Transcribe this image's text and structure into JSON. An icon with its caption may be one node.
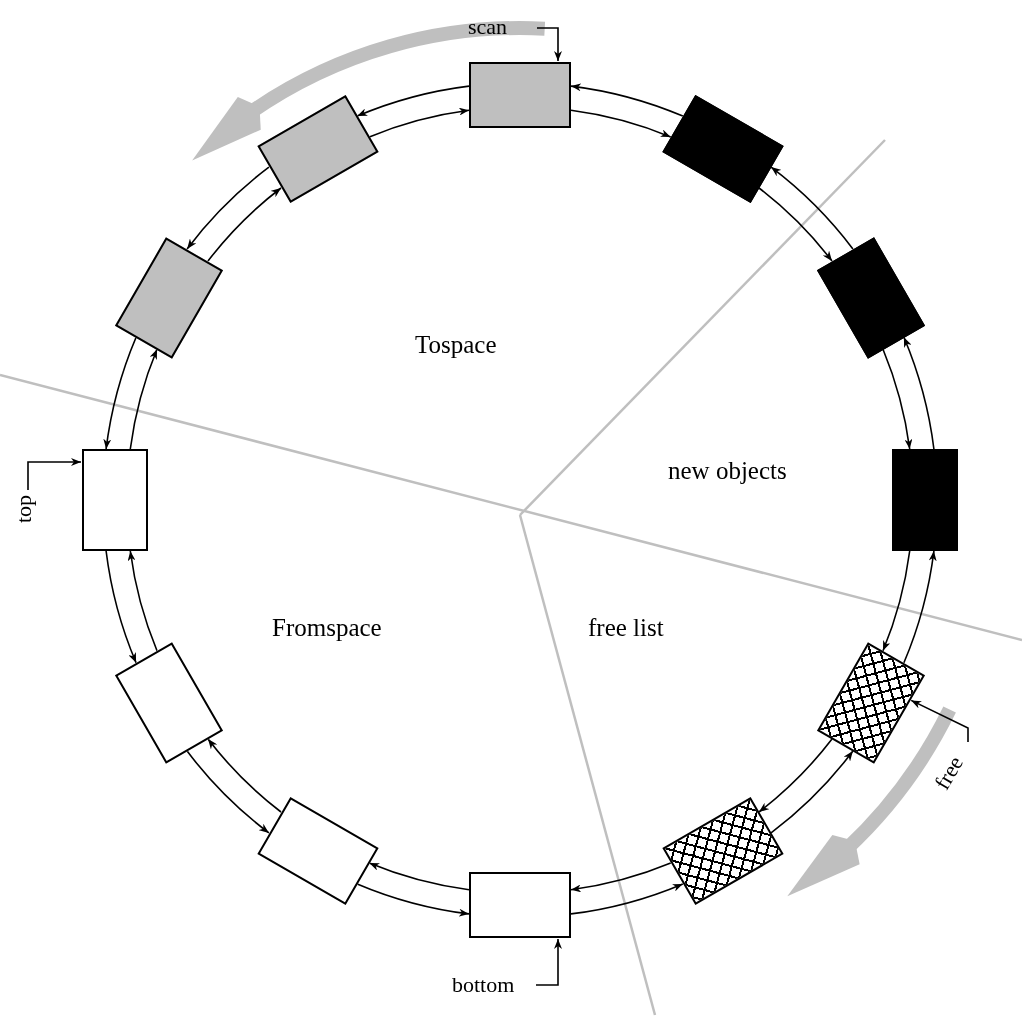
{
  "diagram": {
    "nodes": [
      {
        "text": [],
        "shape": "box"
      },
      {
        "text": [],
        "shape": "box"
      },
      {
        "text": [],
        "shape": "box"
      },
      {
        "text": [],
        "shape": "box"
      },
      {
        "text": [],
        "shape": "box"
      },
      {
        "text": [],
        "shape": "box"
      },
      {
        "text": [],
        "shape": "box"
      },
      {
        "text": [],
        "shape": "box"
      },
      {
        "text": [],
        "shape": "box"
      },
      {
        "text": [],
        "shape": "box"
      },
      {
        "text": [],
        "shape": "box"
      },
      {
        "text": [],
        "shape": "box"
      },
      {
        "text": [
          "scan"
        ]
      },
      {
        "text": [
          "top"
        ]
      },
      {
        "text": [
          "bottom"
        ]
      },
      {
        "text": [
          "free"
        ]
      }
    ],
    "edges": [
      {
        "from": 0,
        "to": 1,
        "arrow": "to"
      },
      {
        "from": 1,
        "to": 0,
        "arrow": "to"
      },
      {
        "from": 1,
        "to": 2,
        "arrow": "to"
      },
      {
        "from": 2,
        "to": 1,
        "arrow": "to"
      },
      {
        "from": 2,
        "to": 3,
        "arrow": "to"
      },
      {
        "from": 3,
        "to": 2,
        "arrow": "to"
      },
      {
        "from": 3,
        "to": 4,
        "arrow": "to"
      },
      {
        "from": 4,
        "to": 3,
        "arrow": "to"
      },
      {
        "from": 4,
        "to": 5,
        "arrow": "to"
      },
      {
        "from": 5,
        "to": 4,
        "arrow": "to"
      },
      {
        "from": 5,
        "to": 6,
        "arrow": "to"
      },
      {
        "from": 6,
        "to": 5,
        "arrow": "to"
      },
      {
        "from": 6,
        "to": 7,
        "arrow": "to"
      },
      {
        "from": 7,
        "to": 6,
        "arrow": "to"
      },
      {
        "from": 7,
        "to": 8,
        "arrow": "to"
      },
      {
        "from": 8,
        "to": 7,
        "arrow": "to"
      },
      {
        "from": 8,
        "to": 9,
        "arrow": "to"
      },
      {
        "from": 9,
        "to": 8,
        "arrow": "to"
      },
      {
        "from": 9,
        "to": 10,
        "arrow": "to"
      },
      {
        "from": 10,
        "to": 9,
        "arrow": "to"
      },
      {
        "from": 10,
        "to": 11,
        "arrow": "to"
      },
      {
        "from": 11,
        "to": 10,
        "arrow": "to"
      },
      {
        "from": 11,
        "to": 0,
        "arrow": "to"
      },
      {
        "from": 0,
        "to": 11,
        "arrow": "to"
      },
      {
        "from": 12,
        "to": 0,
        "arrow": "to"
      },
      {
        "from": 13,
        "to": 9,
        "arrow": "to"
      },
      {
        "from": 14,
        "to": 6,
        "arrow": "to"
      },
      {
        "from": 15,
        "to": 4,
        "arrow": "to"
      }
    ],
    "labels": [
      "Tospace",
      "new objects",
      "Fromspace",
      "free list"
    ]
  }
}
